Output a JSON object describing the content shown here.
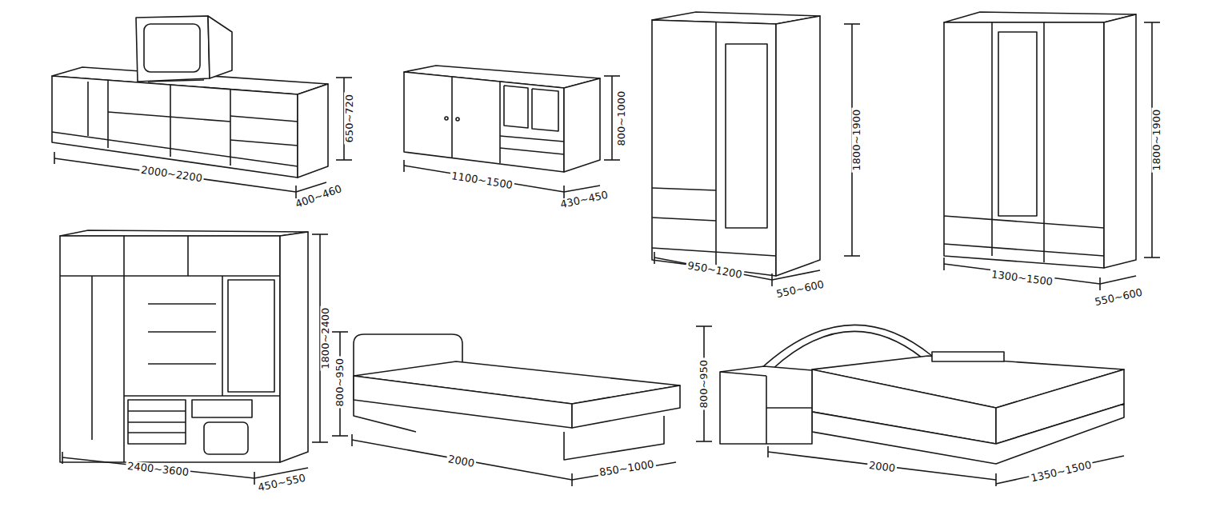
{
  "diagram": {
    "labels": [
      "650~720",
      "2000~2200",
      "400~460",
      "800~1000",
      "1100~1500",
      "430~450",
      "1800~1900",
      "950~1200",
      "550~600",
      "1800~1900",
      "1300~1500",
      "550~600",
      "1800~2400",
      "2400~3600",
      "450~550",
      "800~950",
      "2000",
      "850~1000",
      "800~950",
      "2000",
      "1350~1500"
    ]
  }
}
